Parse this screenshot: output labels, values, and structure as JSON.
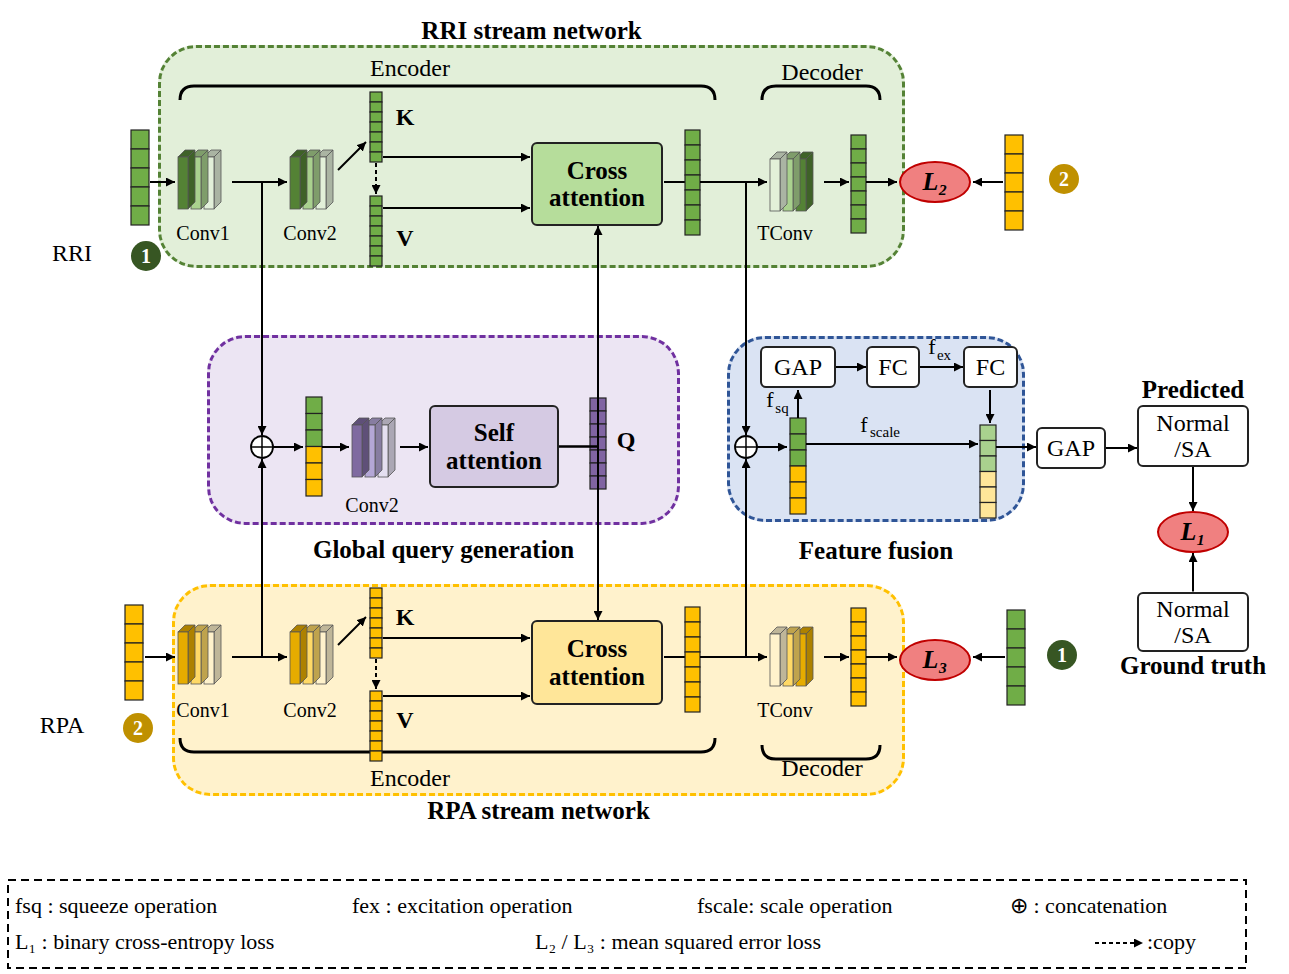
{
  "diagram": {
    "nodes": [
      {
        "text": [
          "RRI stream network"
        ]
      },
      {
        "text": [
          "Cross attention"
        ],
        "in": 0
      },
      {
        "text": [
          "1"
        ]
      },
      {
        "text": [
          "L₂"
        ]
      },
      {
        "text": [
          "2"
        ]
      },
      {
        "text": [
          "Global query generation"
        ]
      },
      {
        "text": [
          "Self attention"
        ],
        "in": 5
      },
      {
        "text": [
          "Feature fusion"
        ]
      },
      {
        "text": [
          "GAP"
        ],
        "in": 7
      },
      {
        "text": [
          "FC"
        ],
        "in": 7
      },
      {
        "text": [
          "FC"
        ],
        "in": 7
      },
      {
        "text": [
          "GAP"
        ]
      },
      {
        "text": [
          "Predicted",
          "Normal /SA"
        ]
      },
      {
        "text": [
          "L₁"
        ]
      },
      {
        "text": [
          "Normal /SA",
          "Ground truth"
        ]
      },
      {
        "text": [
          "RPA stream network"
        ]
      },
      {
        "text": [
          "Cross attention"
        ],
        "in": 15
      },
      {
        "text": [
          "2"
        ]
      },
      {
        "text": [
          "L₃"
        ]
      },
      {
        "text": [
          "1"
        ]
      }
    ],
    "edges": [
      {
        "from": 8,
        "to": 9,
        "arrow": "to"
      },
      {
        "from": 9,
        "to": 10,
        "arrow": "to"
      },
      {
        "from": 6,
        "to": 1,
        "arrow": "to"
      },
      {
        "from": 6,
        "to": 16,
        "arrow": "to"
      },
      {
        "from": 7,
        "to": 11,
        "arrow": "to"
      },
      {
        "from": 11,
        "to": 12,
        "arrow": "to"
      },
      {
        "from": 12,
        "to": 13,
        "arrow": "to"
      },
      {
        "from": 14,
        "to": 13,
        "arrow": "to"
      }
    ],
    "labels": [
      "Encoder",
      "Decoder",
      "K",
      "V",
      "Conv1",
      "Conv2",
      "TConv",
      "RRI",
      "Conv2",
      "Q",
      "f",
      "sq",
      "f",
      "ex",
      "f",
      "scale",
      "K",
      "V",
      "Conv1",
      "Conv2",
      "TConv",
      "RPA",
      "Encoder",
      "Decoder"
    ],
    "legend": [
      {
        "text": "fsq : squeeze operation"
      },
      {
        "text": "fex : excitation operation"
      },
      {
        "text": "fscale: scale operation"
      },
      {
        "text": "⊕ : concatenation"
      },
      {
        "text": "L₁ : binary cross-entropy loss"
      },
      {
        "text": "L₂ / L₃ : mean squared error loss"
      },
      {
        "text": ":copy"
      }
    ]
  }
}
